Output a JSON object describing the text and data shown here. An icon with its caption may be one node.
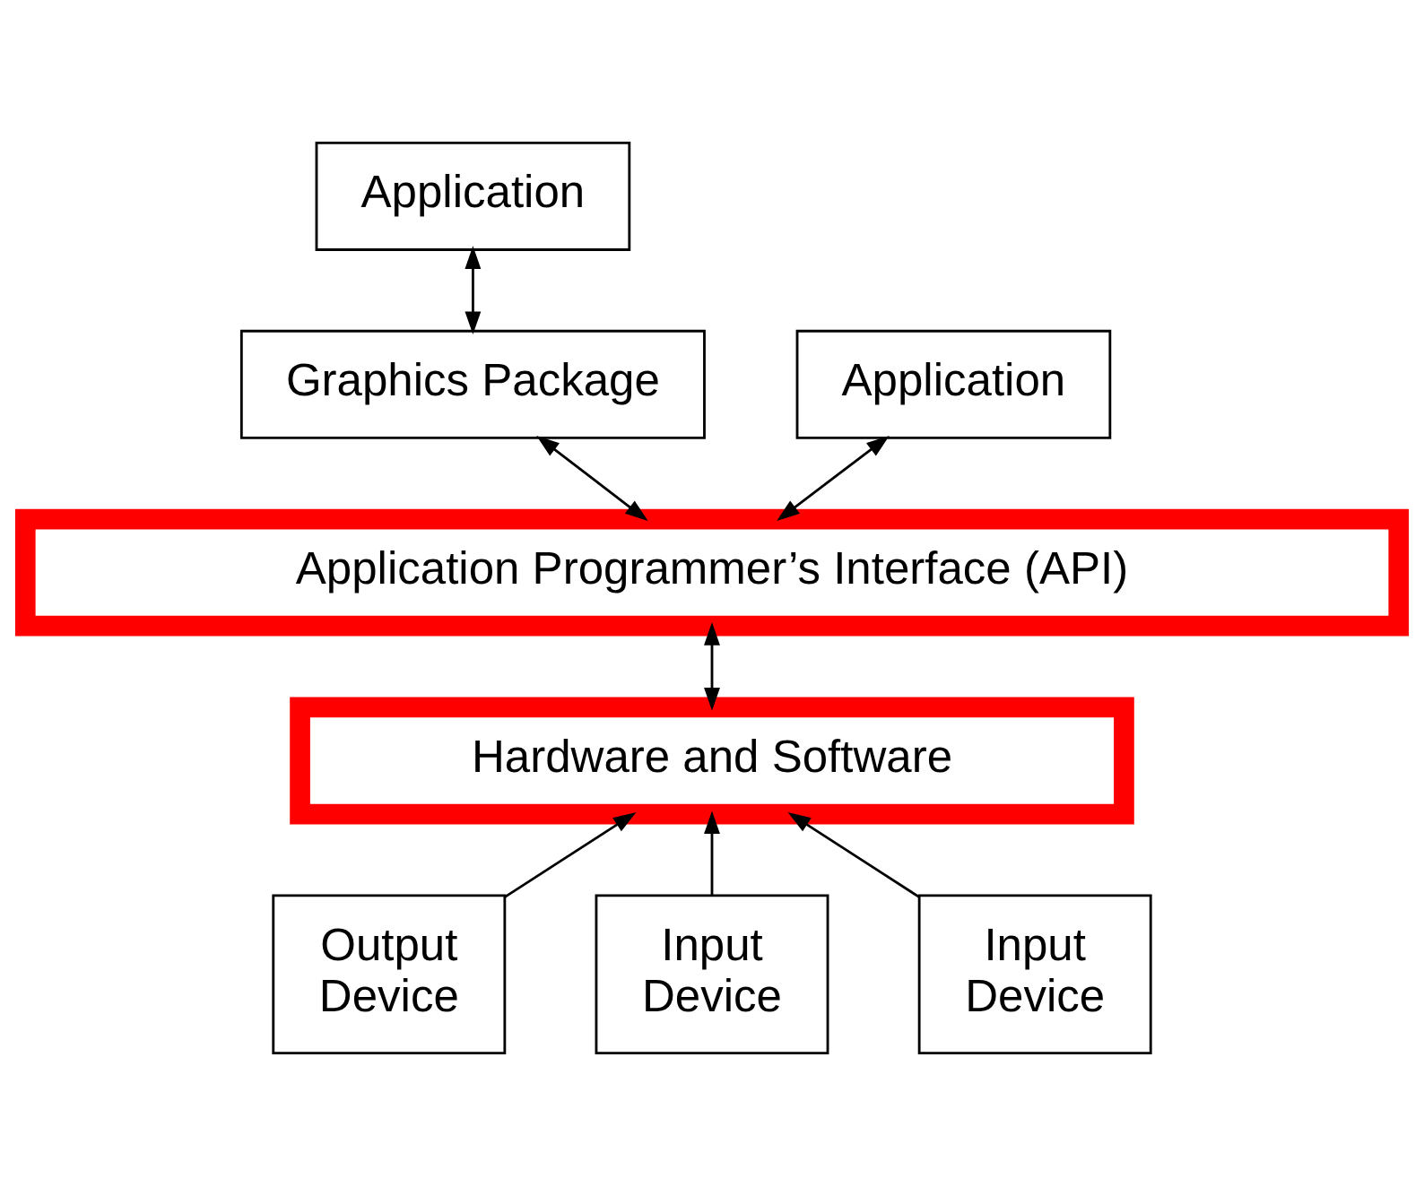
{
  "diagram": {
    "nodes": [
      {
        "text": [
          "Application"
        ]
      },
      {
        "text": [
          "Application"
        ]
      },
      {
        "text": [
          "Graphics Package"
        ]
      },
      {
        "text": [
          "Application Programmer’s Interface (API)"
        ]
      },
      {
        "text": [
          "Hardware and Software"
        ]
      },
      {
        "text": [
          "Output Device"
        ]
      },
      {
        "text": [
          "Input Device"
        ]
      },
      {
        "text": [
          "Input Device"
        ]
      }
    ],
    "edges": [
      {
        "from": 0,
        "to": 2,
        "arrow": "both"
      },
      {
        "from": 1,
        "to": 3,
        "arrow": "both"
      },
      {
        "from": 2,
        "to": 3,
        "arrow": "both"
      },
      {
        "from": 3,
        "to": 4,
        "arrow": "both"
      },
      {
        "from": 5,
        "to": 4,
        "arrow": "to"
      },
      {
        "from": 6,
        "to": 4,
        "arrow": "to"
      },
      {
        "from": 7,
        "to": 4,
        "arrow": "to"
      }
    ]
  }
}
